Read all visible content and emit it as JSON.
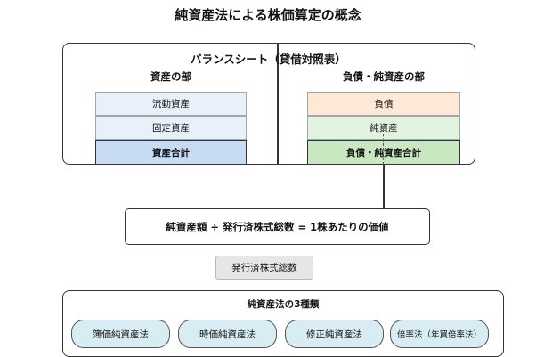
{
  "title": "純資産法による株価算定の概念",
  "balance_sheet": {
    "title": "バランスシート（貸借対照表）",
    "left": {
      "heading": "資産の部",
      "rows": [
        "流動資産",
        "固定資産"
      ],
      "total": "資産合計"
    },
    "right": {
      "heading": "負債・純資産の部",
      "rows": [
        "負債",
        "純資産"
      ],
      "total": "負債・純資産合計"
    }
  },
  "formula": "純資産額 ÷ 発行済株式総数 = 1株あたりの価値",
  "shares_label": "発行済株式総数",
  "methods": {
    "title": "純資産法の3種類",
    "items": [
      "簿価純資産法",
      "時価純資産法",
      "修正純資産法",
      "倍率法（年買倍率法）"
    ]
  },
  "colors": {
    "asset_light": "#e8f0fa",
    "asset_total": "#c7dbf3",
    "liability": "#fde9d6",
    "equity": "#e3f3df",
    "equity_total": "#c9e7c1",
    "pill": "#d8ecf3"
  }
}
